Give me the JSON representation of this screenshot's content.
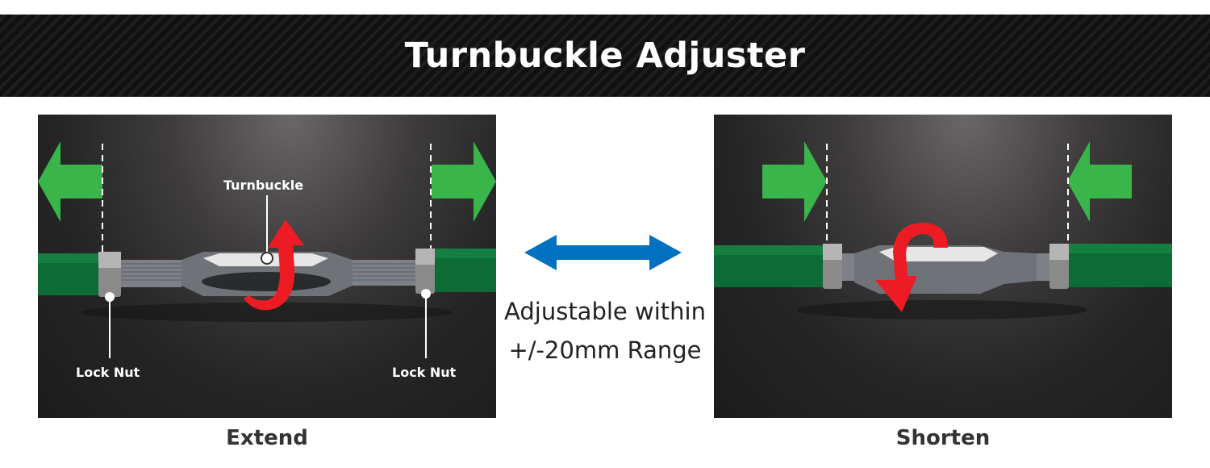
{
  "header": {
    "title": "Turnbuckle Adjuster"
  },
  "panels": {
    "extend": {
      "caption": "Extend",
      "labels": {
        "turnbuckle": "Turnbuckle",
        "lock_nut_left": "Lock Nut",
        "lock_nut_right": "Lock Nut"
      },
      "arrow_direction": "outward",
      "rotation": "counter-clockwise-up"
    },
    "shorten": {
      "caption": "Shorten",
      "arrow_direction": "inward",
      "rotation": "clockwise-down"
    }
  },
  "center": {
    "icon": "double-headed-arrow-icon",
    "line1": "Adjustable within",
    "line2": "+/-20mm Range"
  },
  "colors": {
    "header_bg": "#111111",
    "green_arrow": "#39b54a",
    "red_rotation": "#ed1c24",
    "blue_arrow": "#0070c0",
    "rod_green": "#0d6b35",
    "caption_text": "#333333"
  }
}
